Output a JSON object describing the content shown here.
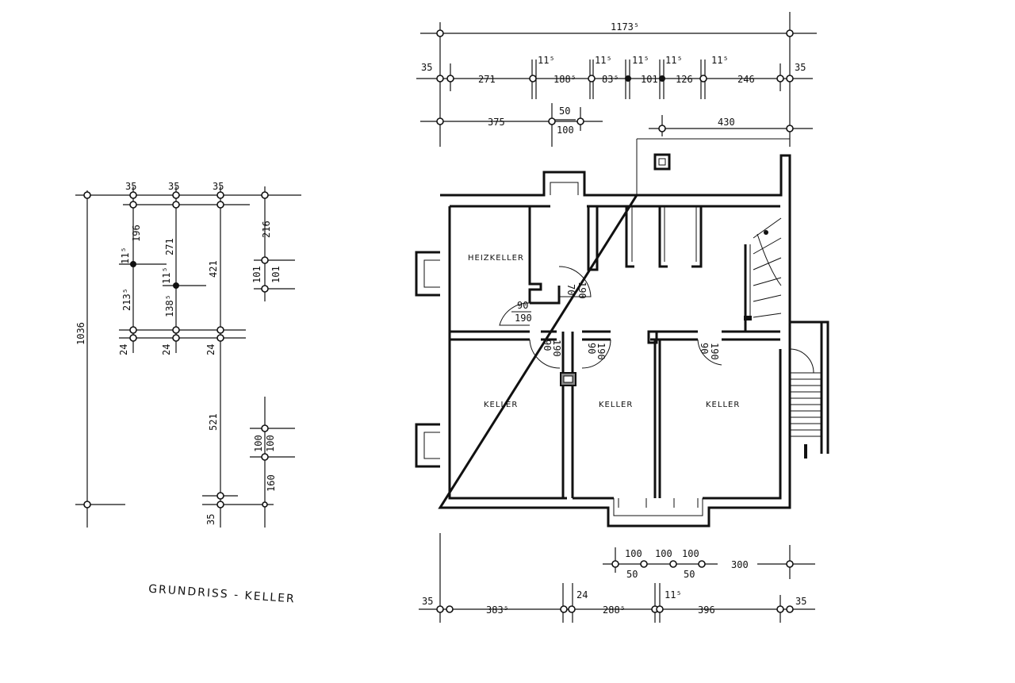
{
  "title": "GRUNDRISS - KELLER",
  "rooms": {
    "heizkeller": "HEIZKELLER",
    "keller_left": "KELLER",
    "keller_mid": "KELLER",
    "keller_right": "KELLER"
  },
  "doors": [
    {
      "w": "90",
      "h": "190"
    },
    {
      "w": "70",
      "h": "190"
    },
    {
      "w": "90",
      "h": "190"
    },
    {
      "w": "90",
      "h": "190"
    },
    {
      "w": "90",
      "h": "190"
    }
  ],
  "top_dims": {
    "overall": "1173⁵",
    "row2": [
      "35",
      "271",
      "11⁵",
      "188⁵",
      "11⁵",
      "83⁵",
      "11⁵",
      "101",
      "11⁵",
      "126",
      "11⁵",
      "246",
      "35"
    ],
    "row3": [
      "375",
      "50",
      "100"
    ],
    "row4": "430"
  },
  "bottom_dims": {
    "row1": [
      "100",
      "50",
      "100",
      "100",
      "50",
      "300"
    ],
    "row2": [
      "35",
      "383⁵",
      "24",
      "288⁵",
      "11⁵",
      "396",
      "35"
    ]
  },
  "left_dims": {
    "top": [
      "35",
      "35",
      "35"
    ],
    "overall": "1036",
    "col1": [
      "11⁵",
      "196",
      "213⁵",
      "24"
    ],
    "col2": [
      "271",
      "11⁵",
      "138⁵",
      "24"
    ],
    "col3": [
      "421",
      "24",
      "521",
      "35"
    ],
    "col4": [
      "216",
      "101",
      "101",
      "100",
      "100",
      "160"
    ]
  }
}
